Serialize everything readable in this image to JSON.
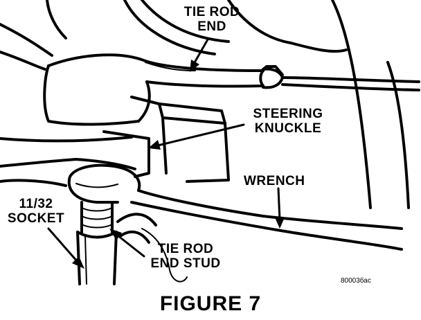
{
  "callouts": {
    "tie_rod_end": [
      "TIE ROD",
      "END"
    ],
    "steering_knuckle": [
      "STEERING",
      "KNUCKLE"
    ],
    "wrench": "WRENCH",
    "socket": [
      "11/32",
      "SOCKET"
    ],
    "tie_rod_end_stud": [
      "TIE ROD",
      "END STUD"
    ]
  },
  "reference_code": "80003бас",
  "caption": "FIGURE 7"
}
